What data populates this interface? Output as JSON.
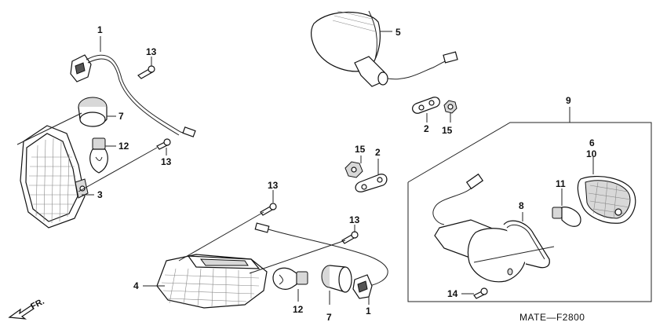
{
  "diagram": {
    "callouts": [
      {
        "id": "c1a",
        "label": "1"
      },
      {
        "id": "c13a",
        "label": "13"
      },
      {
        "id": "c7a",
        "label": "7"
      },
      {
        "id": "c12a",
        "label": "12"
      },
      {
        "id": "c13b",
        "label": "13"
      },
      {
        "id": "c3",
        "label": "3"
      },
      {
        "id": "c5",
        "label": "5"
      },
      {
        "id": "c2a",
        "label": "2"
      },
      {
        "id": "c15a",
        "label": "15"
      },
      {
        "id": "c15b",
        "label": "15"
      },
      {
        "id": "c2b",
        "label": "2"
      },
      {
        "id": "c9",
        "label": "9"
      },
      {
        "id": "c6",
        "label": "6"
      },
      {
        "id": "c10",
        "label": "10"
      },
      {
        "id": "c11",
        "label": "11"
      },
      {
        "id": "c8",
        "label": "8"
      },
      {
        "id": "c13c",
        "label": "13"
      },
      {
        "id": "c13d",
        "label": "13"
      },
      {
        "id": "c4",
        "label": "4"
      },
      {
        "id": "c12b",
        "label": "12"
      },
      {
        "id": "c7b",
        "label": "7"
      },
      {
        "id": "c1b",
        "label": "1"
      },
      {
        "id": "c14",
        "label": "14"
      }
    ],
    "direction_label": "FR.",
    "diagram_code": "MATE—F2800"
  }
}
